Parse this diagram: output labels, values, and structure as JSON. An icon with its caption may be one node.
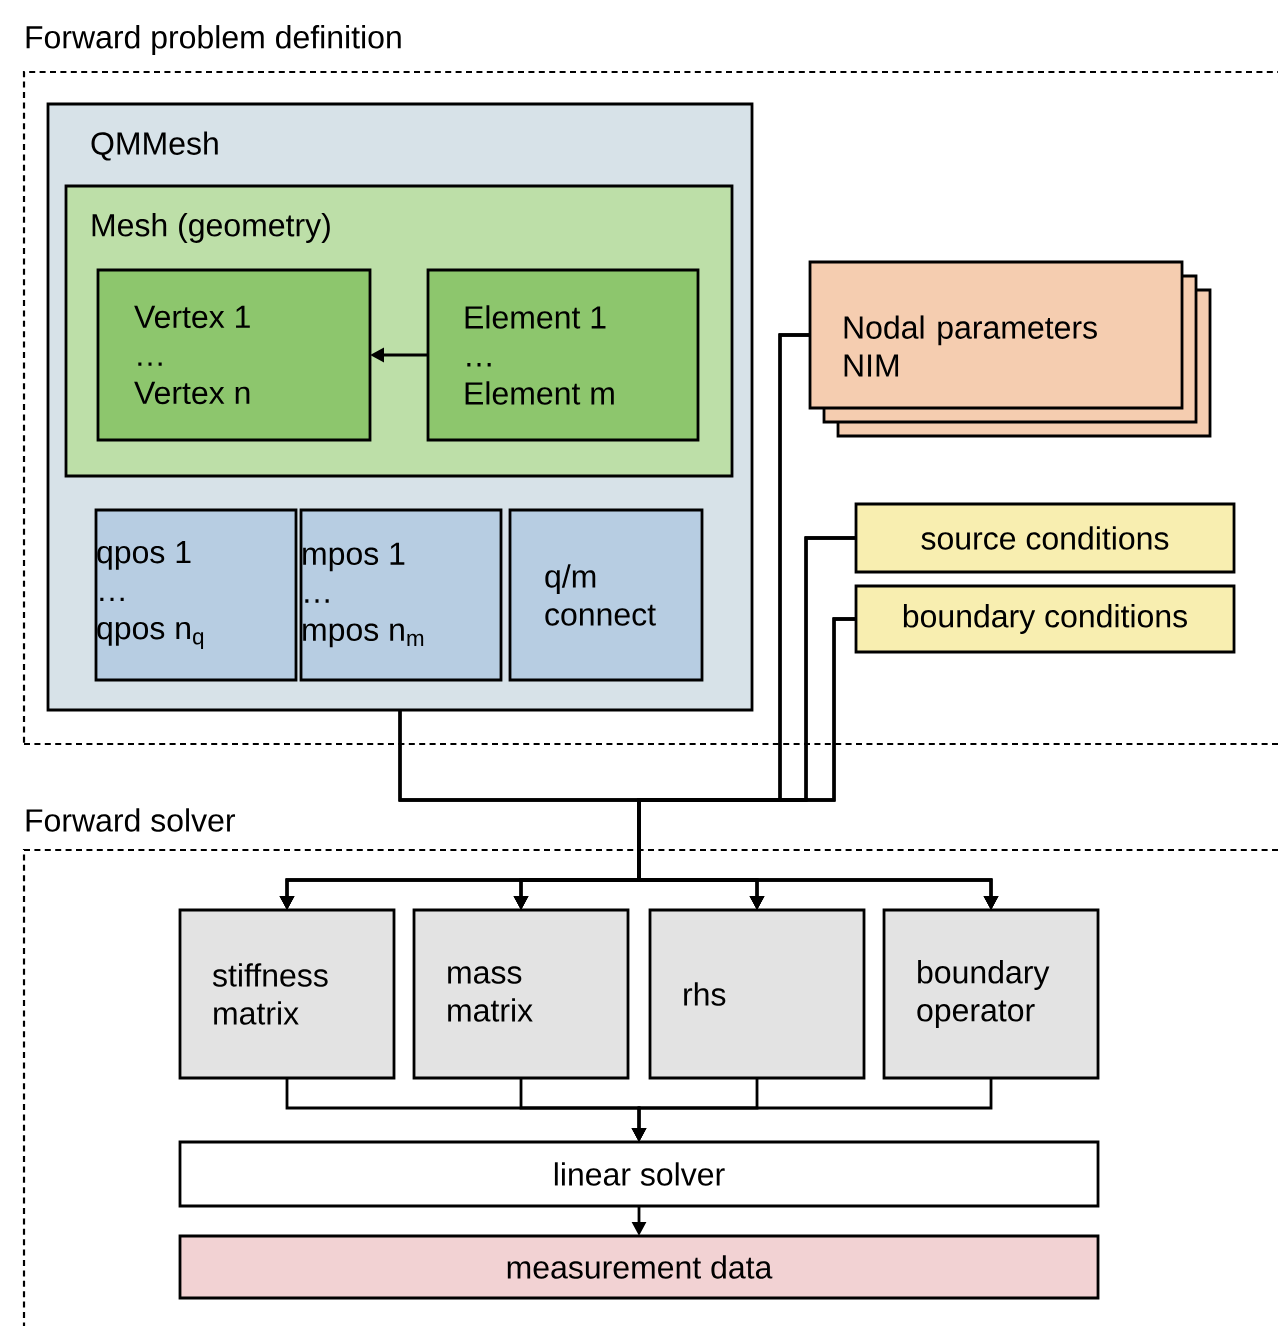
{
  "diagram": {
    "nodes": [
      {
        "text": [
          "Forward problem definition"
        ]
      },
      {
        "text": [
          "QMMesh"
        ],
        "in": 0
      },
      {
        "text": [
          "Mesh (geometry)"
        ],
        "in": 1
      },
      {
        "text": [
          "Vertex 1 … Vertex n"
        ],
        "in": 2
      },
      {
        "text": [
          "Element 1 … Element m"
        ],
        "in": 2
      },
      {
        "text": [
          "qpos 1 … qpos n$_{q}$"
        ],
        "in": 1
      },
      {
        "text": [
          "mpos 1 … mpos n$_{m}$"
        ],
        "in": 1
      },
      {
        "text": [
          "q/m connect"
        ],
        "in": 1
      },
      {
        "text": [
          "Nodal parameters NIM"
        ],
        "in": 0
      },
      {
        "text": [
          "source conditions"
        ],
        "in": 0
      },
      {
        "text": [
          "boundary conditions"
        ],
        "in": 0
      },
      {
        "text": [
          "Forward solver"
        ]
      },
      {
        "text": [
          "stiffness matrix"
        ],
        "in": 11
      },
      {
        "text": [
          "mass matrix"
        ],
        "in": 11
      },
      {
        "text": [
          "rhs"
        ],
        "in": 11
      },
      {
        "text": [
          "boundary operator"
        ],
        "in": 11
      },
      {
        "text": [
          "linear solver"
        ],
        "in": 11
      },
      {
        "text": [
          "measurement data"
        ],
        "in": 11
      }
    ],
    "edges": [
      {
        "from": 4,
        "to": 3,
        "arrow": "to"
      },
      {
        "from": 1,
        "to": 12,
        "arrow": "to"
      },
      {
        "from": 1,
        "to": 13,
        "arrow": "to"
      },
      {
        "from": 1,
        "to": 14,
        "arrow": "to"
      },
      {
        "from": 1,
        "to": 15,
        "arrow": "to"
      },
      {
        "from": 8,
        "to": 12,
        "arrow": "to"
      },
      {
        "from": 8,
        "to": 13,
        "arrow": "to"
      },
      {
        "from": 8,
        "to": 14,
        "arrow": "to"
      },
      {
        "from": 8,
        "to": 15,
        "arrow": "to"
      },
      {
        "from": 9,
        "to": 12,
        "arrow": "to"
      },
      {
        "from": 9,
        "to": 13,
        "arrow": "to"
      },
      {
        "from": 9,
        "to": 14,
        "arrow": "to"
      },
      {
        "from": 9,
        "to": 15,
        "arrow": "to"
      },
      {
        "from": 10,
        "to": 12,
        "arrow": "to"
      },
      {
        "from": 10,
        "to": 13,
        "arrow": "to"
      },
      {
        "from": 10,
        "to": 14,
        "arrow": "to"
      },
      {
        "from": 10,
        "to": 15,
        "arrow": "to"
      },
      {
        "from": 12,
        "to": 16,
        "arrow": "to"
      },
      {
        "from": 13,
        "to": 16,
        "arrow": "to"
      },
      {
        "from": 14,
        "to": 16,
        "arrow": "to"
      },
      {
        "from": 15,
        "to": 16,
        "arrow": "to"
      },
      {
        "from": 16,
        "to": 17,
        "arrow": "to"
      }
    ]
  }
}
